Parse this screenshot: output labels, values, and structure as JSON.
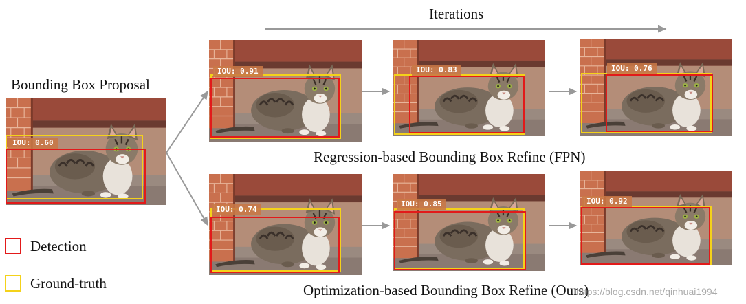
{
  "labels": {
    "iterations": "Iterations",
    "proposal": "Bounding Box Proposal",
    "regression": "Regression-based Bounding Box Refine (FPN)",
    "optimization": "Optimization-based Bounding Box Refine (Ours)"
  },
  "legend": {
    "detection": "Detection",
    "ground_truth": "Ground-truth",
    "detection_color": "#e21a1a",
    "ground_truth_color": "#f4d21a"
  },
  "iou": {
    "proposal": "IOU: 0.60",
    "regression": [
      "IOU: 0.91",
      "IOU: 0.83",
      "IOU: 0.76"
    ],
    "optimization": [
      "IOU: 0.74",
      "IOU: 0.85",
      "IOU: 0.92"
    ]
  },
  "watermark": "https://blog.csdn.net/qinhuai1994"
}
